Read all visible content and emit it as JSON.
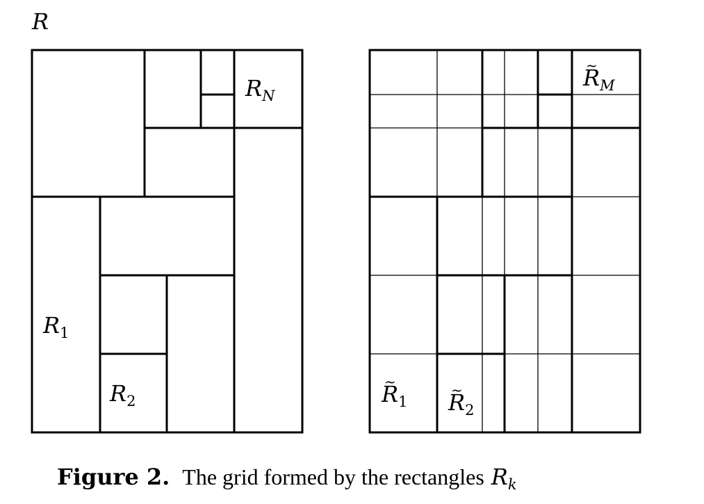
{
  "top_label": "R",
  "left_panel": {
    "labels": {
      "r1": {
        "base": "R",
        "sub": "1"
      },
      "r2": {
        "base": "R",
        "sub": "2"
      },
      "rn": {
        "base": "R",
        "sub": "N"
      }
    }
  },
  "right_panel": {
    "labels": {
      "rt1": {
        "base": "R",
        "tilde": "~",
        "sub": "1"
      },
      "rt2": {
        "base": "R",
        "tilde": "~",
        "sub": "2"
      },
      "rtm": {
        "base": "R",
        "tilde": "~",
        "sub": "M"
      }
    }
  },
  "caption": {
    "label": "Figure 2.",
    "text": "The grid formed by the rectangles",
    "math_base": "R",
    "math_sub": "k"
  }
}
